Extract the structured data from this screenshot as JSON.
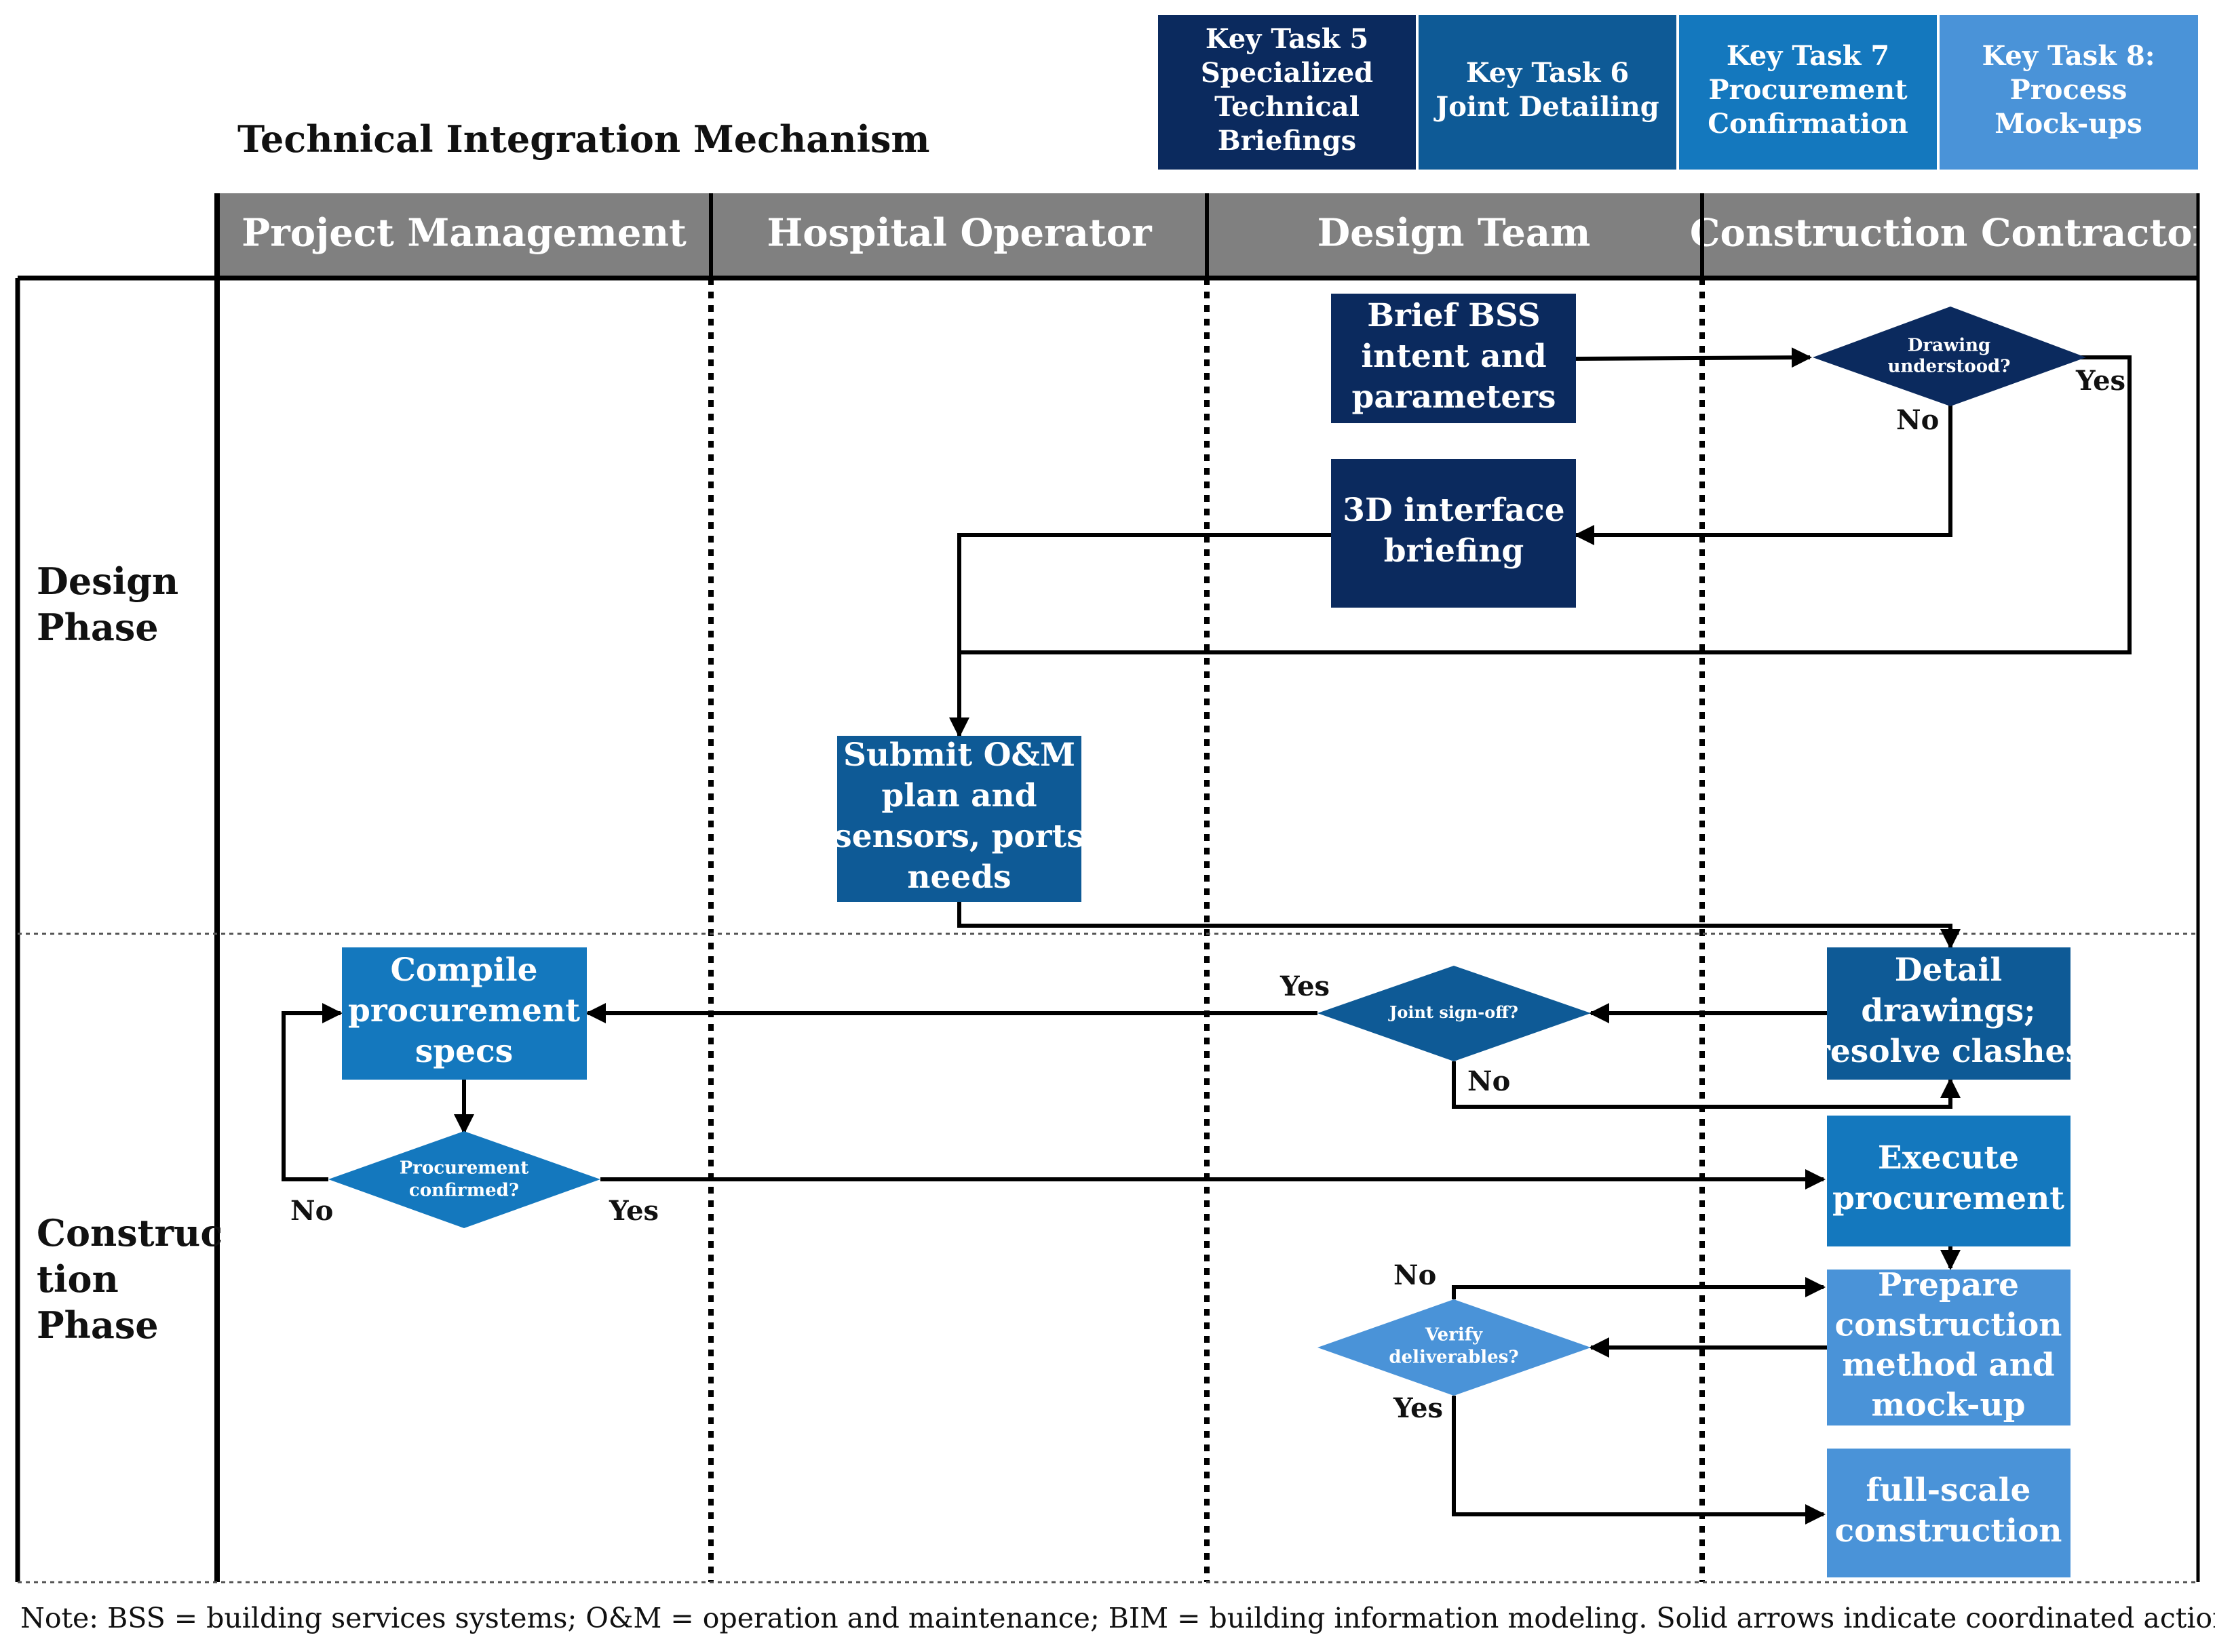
{
  "title": "Technical Integration Mechanism",
  "key_tasks": [
    {
      "lines": [
        "Key Task 5",
        "Specialized",
        "Technical",
        "Briefings"
      ],
      "color": "#0b2a5e"
    },
    {
      "lines": [
        "Key Task 6",
        "Joint Detailing"
      ],
      "color": "#0e5a96"
    },
    {
      "lines": [
        "Key Task 7",
        "Procurement",
        "Confirmation"
      ],
      "color": "#1478be"
    },
    {
      "lines": [
        "Key Task 8:",
        "Process",
        "Mock-ups"
      ],
      "color": "#4a93d8"
    }
  ],
  "lanes": [
    "Project Management",
    "Hospital Operator",
    "Design Team",
    "Construction Contractor"
  ],
  "phases": {
    "design": [
      "Design",
      "Phase"
    ],
    "construction": [
      "Construc",
      "tion",
      "Phase"
    ]
  },
  "boxes": {
    "brief_bss": [
      "Brief BSS",
      "intent and",
      "parameters"
    ],
    "interface_3d": [
      "3D interface",
      "briefing"
    ],
    "submit_om": [
      "Submit O&M",
      "plan and",
      "sensors, ports",
      "needs"
    ],
    "compile_specs": [
      "Compile",
      "procurement",
      "specs"
    ],
    "detail_drawings": [
      "Detail",
      "drawings;",
      "resolve clashes"
    ],
    "execute_procurement": [
      "Execute",
      "procurement"
    ],
    "prepare_method": [
      "Prepare",
      "construction",
      "method and",
      "mock-up"
    ],
    "full_scale": [
      "full-scale",
      "construction"
    ]
  },
  "decisions": {
    "drawing_understood": [
      "Drawing",
      "understood?"
    ],
    "joint_signoff": [
      "Joint sign-off?"
    ],
    "procurement_confirmed": [
      "Procurement",
      "confirmed?"
    ],
    "verify_deliverables": [
      "Verify",
      "deliverables?"
    ]
  },
  "edge_labels": {
    "yes": "Yes",
    "no": "No"
  },
  "note": "Note: BSS = building services systems; O&M = operation and maintenance; BIM = building information modeling. Solid arrows indicate coordinated actions.",
  "colors": {
    "task5": "#0b2a5e",
    "task6": "#0e5a96",
    "task7": "#1478be",
    "task8": "#4a93d8",
    "lane_header": "#808080"
  }
}
